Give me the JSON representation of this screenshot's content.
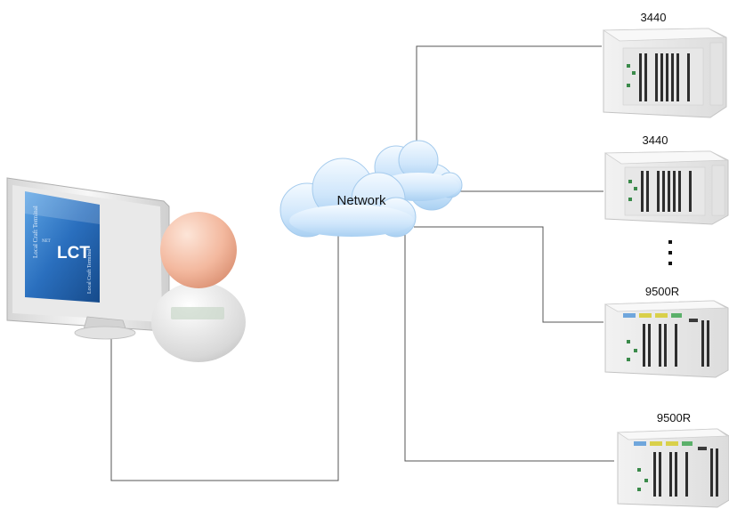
{
  "network": {
    "label": "Network"
  },
  "terminal": {
    "logo_prefix": "NET",
    "logo_text": "LCT",
    "side_text": "Local Craft Terminal"
  },
  "devices": [
    {
      "label": "3440",
      "kind": "3440"
    },
    {
      "label": "3440",
      "kind": "3440"
    },
    {
      "label": "9500R",
      "kind": "9500R"
    },
    {
      "label": "9500R",
      "kind": "9500R"
    }
  ],
  "colors": {
    "line": "#555555",
    "cloud": "#cfe6fb",
    "cloud_edge": "#9fc7ec",
    "screen": "#2f79c6",
    "head": "#f2b9a0"
  }
}
